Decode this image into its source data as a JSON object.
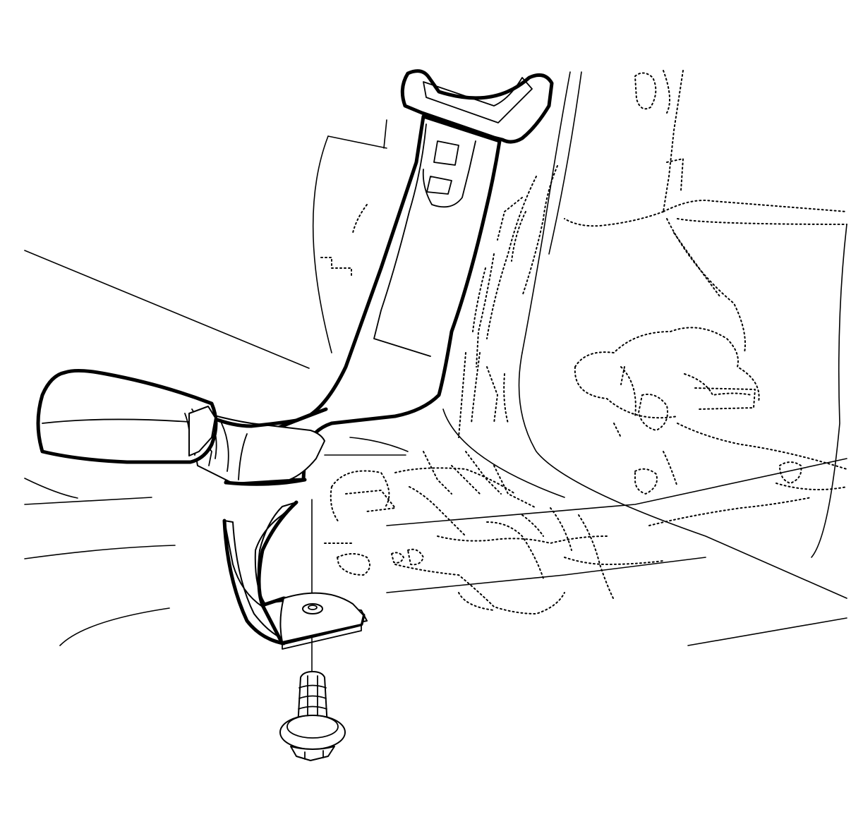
{
  "figure": {
    "background_color": "#ffffff",
    "line_color": "#000000",
    "parts": [
      {
        "id": "seat-belt-buckle",
        "icon": "seat-belt-buckle-icon"
      },
      {
        "id": "buckle-strap",
        "icon": "strap-icon"
      },
      {
        "id": "anchor-plate",
        "icon": "anchor-plate-icon"
      },
      {
        "id": "anchor-bolt",
        "icon": "bolt-icon"
      },
      {
        "id": "latch-plate",
        "icon": "latch-plate-icon"
      }
    ]
  }
}
